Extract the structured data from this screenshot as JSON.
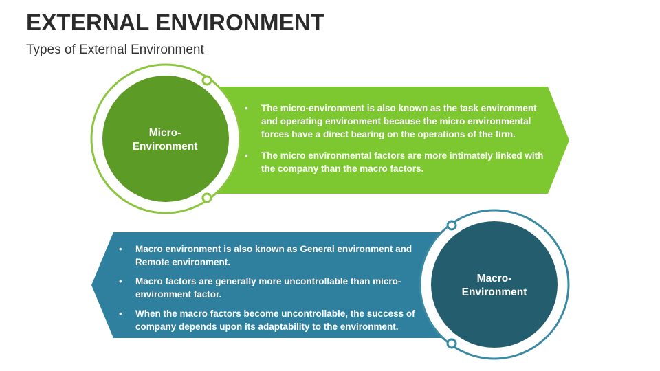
{
  "header": {
    "title": "EXTERNAL ENVIRONMENT",
    "subtitle": "Types of External Environment"
  },
  "colors": {
    "micro_arrow": "#7dc831",
    "micro_circle": "#5c9b25",
    "micro_ring": "#8cc63f",
    "macro_arrow": "#2f7f9f",
    "macro_circle": "#245e6e",
    "macro_ring": "#3b8aa3"
  },
  "micro": {
    "label": "Micro-\nEnvironment",
    "bullets": [
      "The micro-environment is also known as the task environment and operating environment because the micro environmental forces have a direct bearing on the operations of the firm.",
      "The micro environmental factors are more intimately linked with the company than the macro factors."
    ]
  },
  "macro": {
    "label": "Macro-\nEnvironment",
    "bullets": [
      "Macro environment is also known as General environment and Remote environment.",
      "Macro factors are generally more uncontrollable than micro-environment factor.",
      "When the macro factors become uncontrollable, the success of company depends upon its adaptability to the environment."
    ]
  }
}
